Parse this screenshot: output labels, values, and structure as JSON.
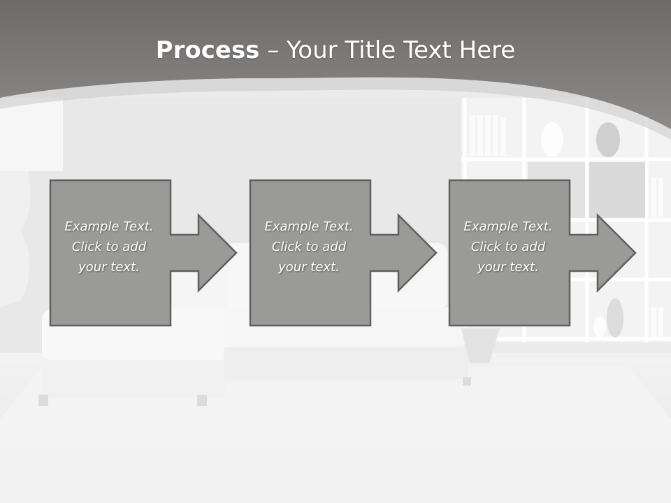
{
  "title": {
    "bold": "Process",
    "rest": " – Your Title Text Here"
  },
  "steps": [
    {
      "line1": "Example Text.",
      "line2": "Click  to add",
      "line3": "your text."
    },
    {
      "line1": "Example Text.",
      "line2": "Click  to add",
      "line3": "your text."
    },
    {
      "line1": "Example Text.",
      "line2": "Click  to add",
      "line3": "your text."
    }
  ],
  "colors": {
    "header": "#7d7c7b",
    "box_fill": "#9a9a99",
    "box_stroke": "#5f5f5f",
    "text": "#ffffff"
  }
}
